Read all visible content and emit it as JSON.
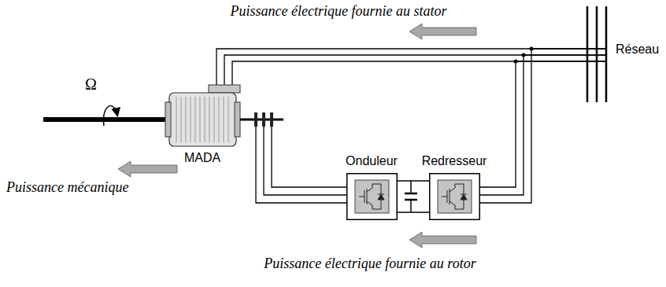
{
  "diagram": {
    "nodes": [
      {
        "text": [
          "MADA"
        ]
      },
      {
        "text": [
          "Onduleur"
        ]
      },
      {
        "text": [
          "Redresseur"
        ]
      },
      {
        "text": [
          "Réseau"
        ]
      }
    ],
    "edges": [
      {
        "from": 0,
        "to": 3,
        "arrow": "none"
      },
      {
        "from": 0,
        "to": 1,
        "arrow": "none"
      },
      {
        "from": 1,
        "to": 2,
        "arrow": "none"
      },
      {
        "from": 2,
        "to": 3,
        "arrow": "none"
      }
    ],
    "labels": [
      "Puissance électrique fournie au stator",
      "Ω",
      "Puissance mécanique",
      "Puissance électrique fournie au rotor"
    ]
  }
}
